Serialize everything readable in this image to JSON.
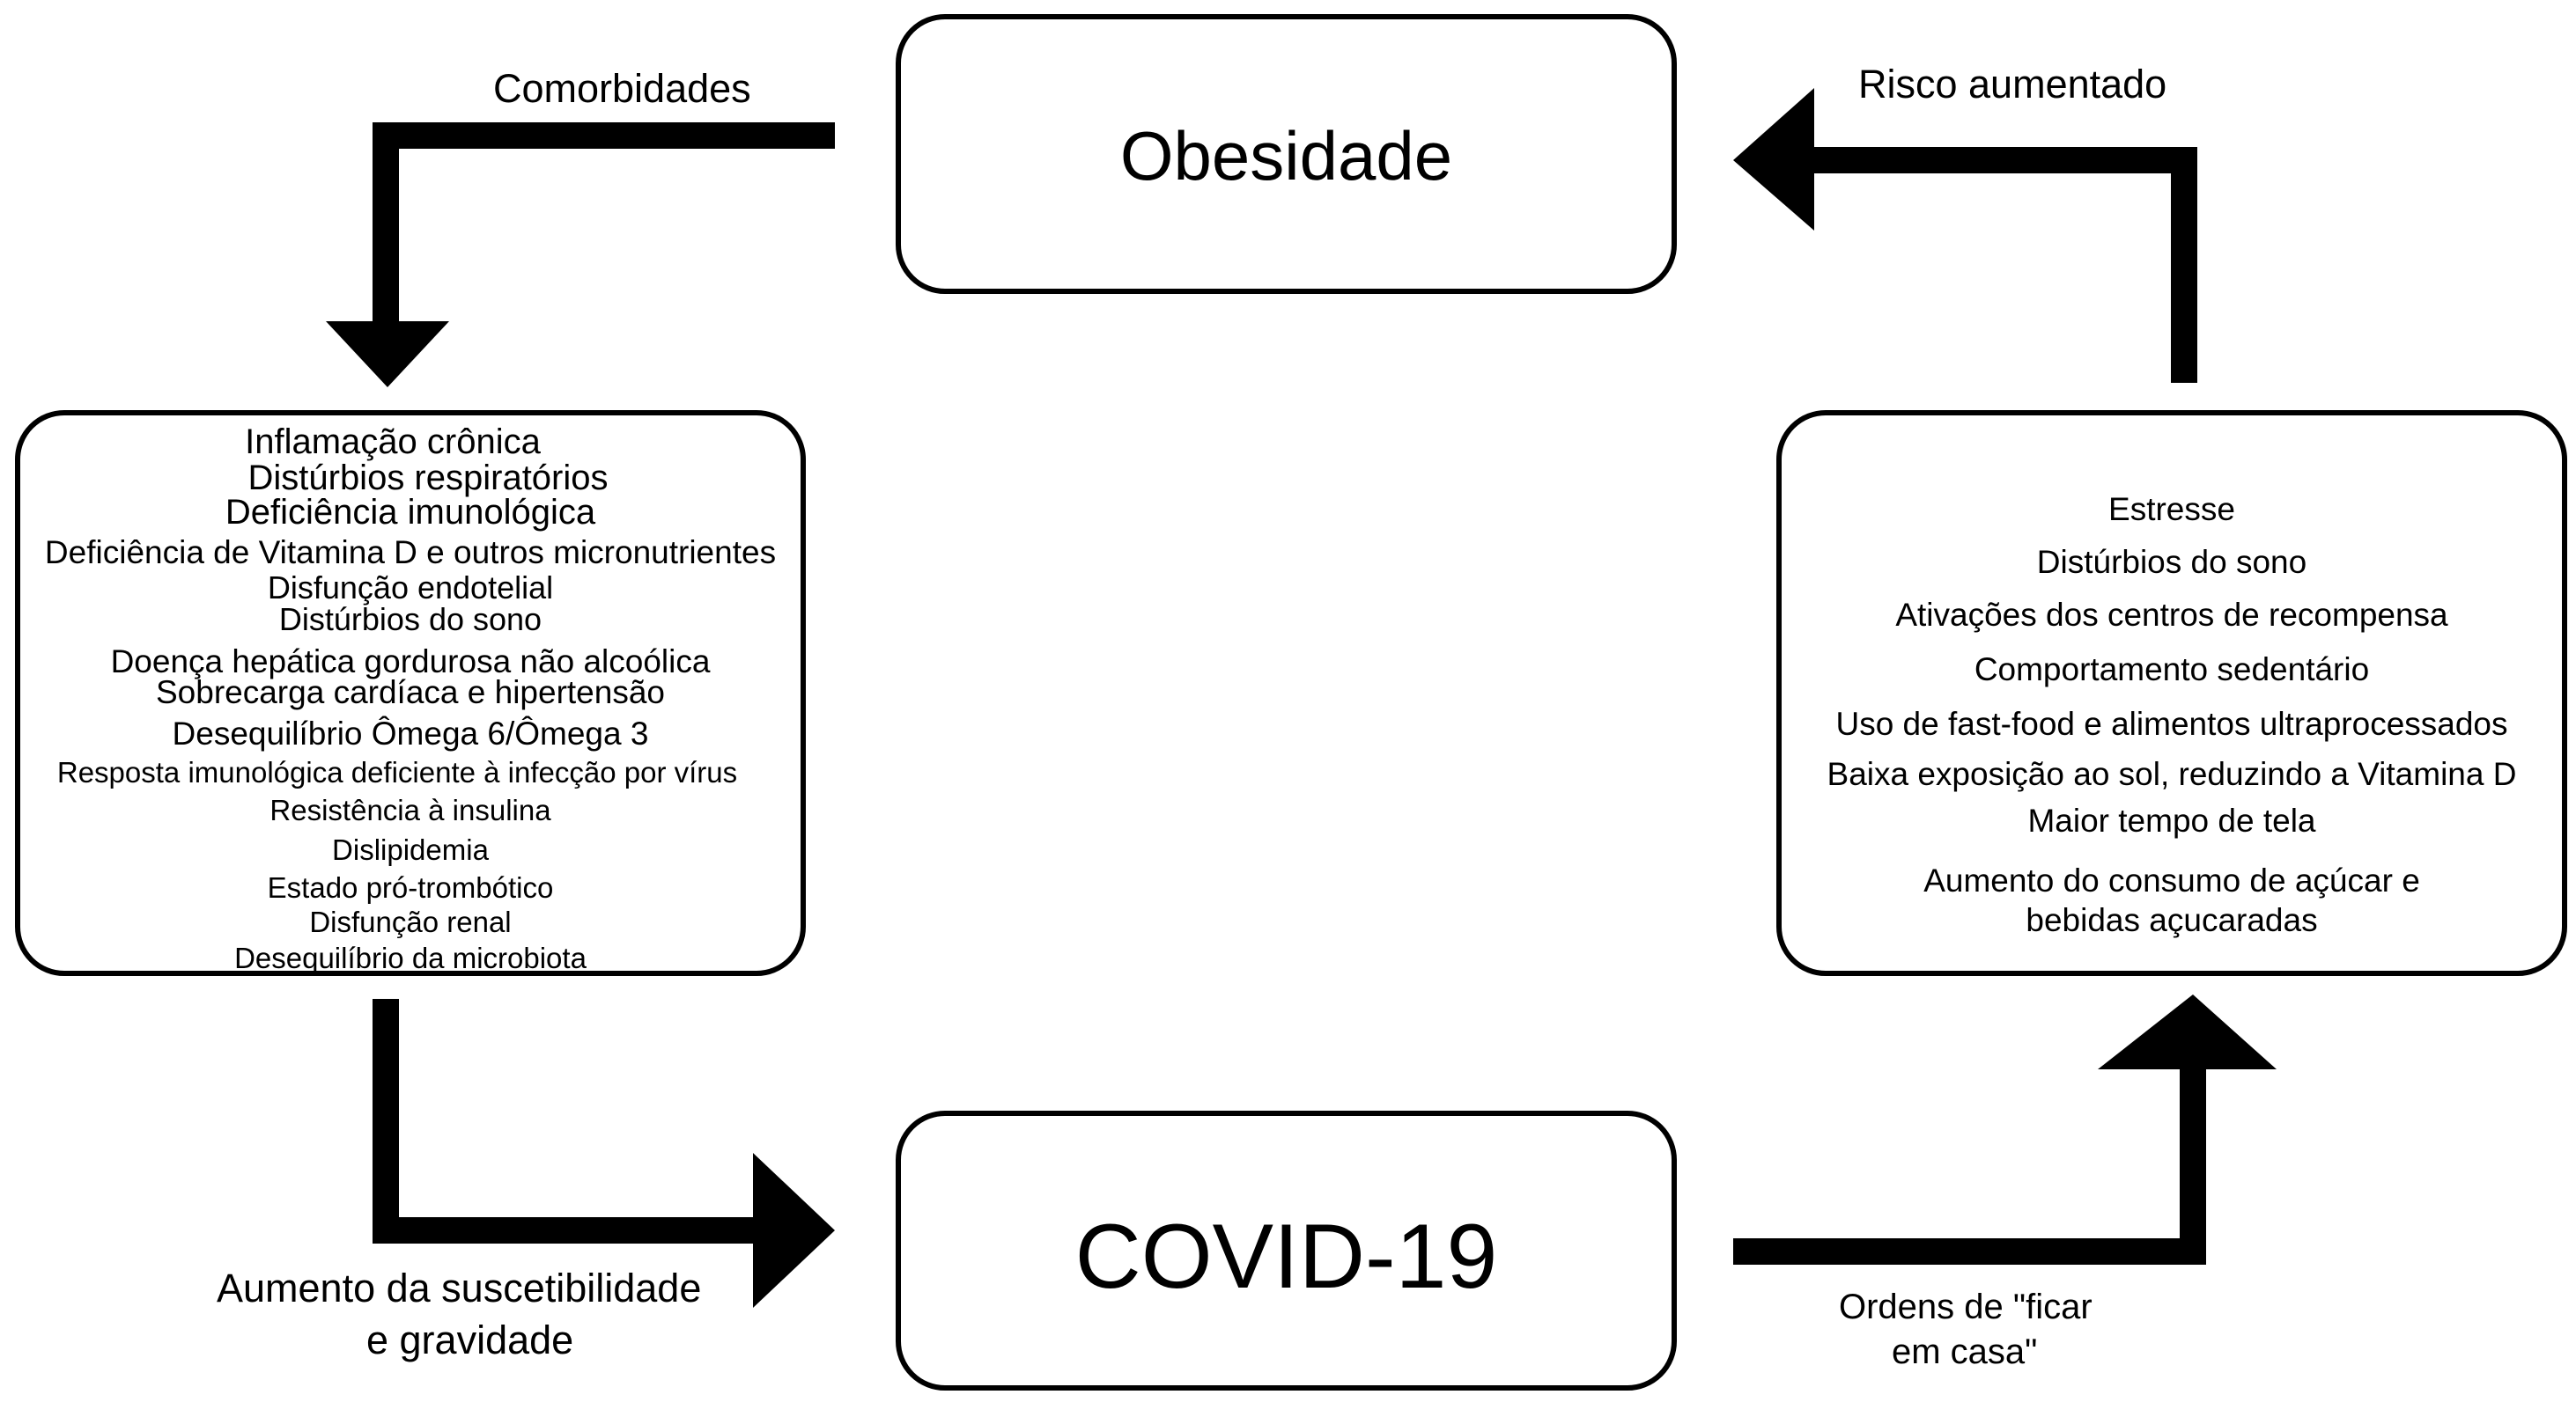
{
  "nodes": {
    "obesidade": {
      "title": "Obesidade"
    },
    "covid": {
      "title": "COVID-19"
    },
    "comorbidities_list": [
      "Inflamação crônica",
      "Distúrbios respiratórios",
      "Deficiência imunológica",
      "Deficiência de Vitamina D e outros micronutrientes",
      "Disfunção endotelial",
      "Distúrbios do sono",
      "Doença hepática gordurosa não alcoólica",
      "Sobrecarga cardíaca e hipertensão",
      "Desequilíbrio Ômega 6/Ômega 3",
      "Resposta imunológica deficiente à infecção por vírus",
      "Resistência à insulina",
      "Dislipidemia",
      "Estado pró-trombótico",
      "Disfunção renal",
      "Desequilíbrio da microbiota"
    ],
    "factors_list": [
      "Estresse",
      "Distúrbios do sono",
      "Ativações dos centros de recompensa",
      "Comportamento sedentário",
      "Uso de fast-food e alimentos ultraprocessados",
      "Baixa exposição ao sol, reduzindo a Vitamina D",
      "Maior tempo de tela",
      "Aumento do consumo de açúcar e",
      "bebidas açucaradas"
    ]
  },
  "edges": {
    "comorbidades": "Comorbidades",
    "risco": "Risco aumentado",
    "suscetibilidade_1": "Aumento da suscetibilidade",
    "suscetibilidade_2": "e gravidade",
    "ficar_casa_1": "Ordens de \"ficar",
    "ficar_casa_2": "em casa\""
  },
  "colors": {
    "stroke": "#000000",
    "background": "#ffffff"
  }
}
